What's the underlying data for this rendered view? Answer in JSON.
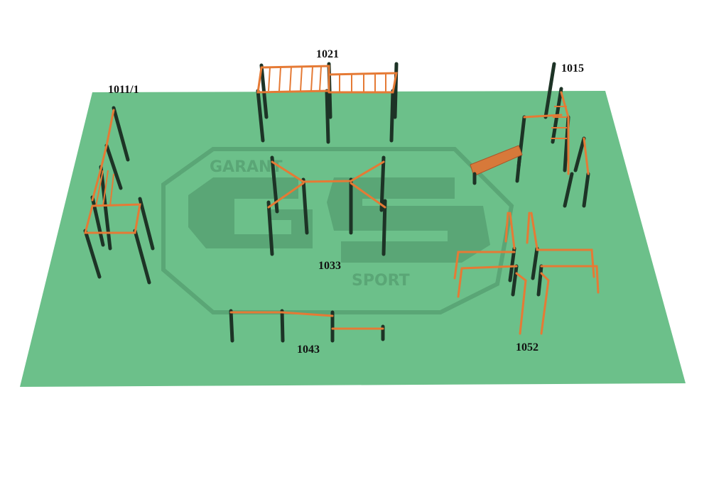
{
  "logo": {
    "monogram": "GS",
    "top_word": "GARANT",
    "bottom_word": "SPORT"
  },
  "equipment_labels": [
    {
      "id": "1011",
      "text": "1011/1"
    },
    {
      "id": "1021",
      "text": "1021"
    },
    {
      "id": "1015",
      "text": "1015"
    },
    {
      "id": "1033",
      "text": "1033"
    },
    {
      "id": "1043",
      "text": "1043"
    },
    {
      "id": "1052",
      "text": "1052"
    }
  ],
  "colors": {
    "field": "#6cc08a",
    "logo": "#5aa676",
    "posts": "#1d3326",
    "bars": "#e57a35"
  }
}
